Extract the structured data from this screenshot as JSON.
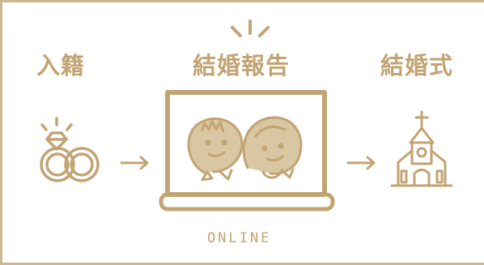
{
  "colors": {
    "accent": "#c2a473",
    "border": "#cdb791",
    "fill_light": "#d9c6a3"
  },
  "steps": [
    {
      "label": "入籍",
      "icon": "wedding-rings-icon"
    },
    {
      "label": "結婚報告",
      "icon": "laptop-couple-icon",
      "caption": "ONLINE"
    },
    {
      "label": "結婚式",
      "icon": "chapel-icon"
    }
  ],
  "arrows": [
    "arrow-right-icon",
    "arrow-right-icon"
  ]
}
